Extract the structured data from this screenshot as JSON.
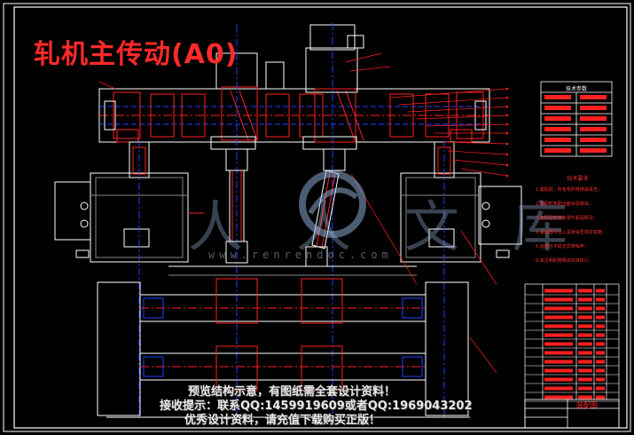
{
  "drawing": {
    "title": "轧机主传动(A0)",
    "watermark": {
      "logo_text": "人人文库",
      "url_text": "www.renrendoc.com",
      "line1": "预览结构示意，有图纸需全套设计资料！",
      "line2": "接收提示：联系QQ:1459919609或者QQ:1969043202",
      "line3": "优秀设计资料，请充值下载购买正版！"
    },
    "parameter_table_title": "技术参数",
    "tech_requirements_title": "技术要求",
    "tech_requirements": [
      "1.装配前，所有零件用煤油清洗；",
      "2.装配时各配合面涂润滑油；",
      "3.装配后检查各零件紧固情况；",
      "4.减速器中注入润滑油至规定高度；",
      "5.运转应平稳无异常噪声；",
      "6.未注明的按相关标准执行。"
    ],
    "title_block_label": "装配图",
    "colors": {
      "background": "#000000",
      "outline": "#ffffff",
      "red": "#ff2020",
      "blue": "#2040ff",
      "cyan": "#00c8ff",
      "green": "#00ff40",
      "yellow": "#ffff00",
      "magenta": "#ff40ff"
    }
  }
}
